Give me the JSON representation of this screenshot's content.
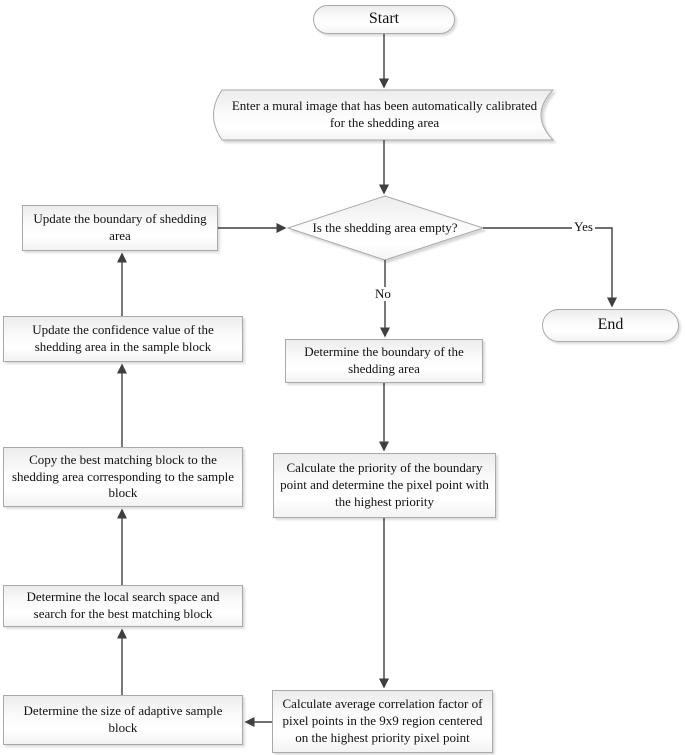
{
  "flowchart": {
    "title": "mural shedding-area inpainting flowchart",
    "nodes": {
      "start": {
        "label": "Start",
        "shape": "stadium"
      },
      "input": {
        "label": "Enter a mural image that has been automatically calibrated for the shedding area",
        "shape": "stored-data"
      },
      "decision": {
        "label": "Is the shedding area empty?",
        "shape": "diamond"
      },
      "end_node": {
        "label": "End",
        "shape": "stadium"
      },
      "update_boundary": {
        "label": "Update the boundary of  shedding area",
        "shape": "process"
      },
      "update_confidence": {
        "label": "Update the confidence value of the shedding area in the sample block",
        "shape": "process"
      },
      "copy_block": {
        "label": "Copy the best matching block to the shedding area corresponding to the sample block",
        "shape": "process"
      },
      "local_search": {
        "label": "Determine the local search space and search for the best matching block",
        "shape": "process"
      },
      "determine_size": {
        "label": "Determine the size of  adaptive sample block",
        "shape": "process"
      },
      "determine_boundary": {
        "label": "Determine the boundary of the shedding area",
        "shape": "process"
      },
      "calc_priority": {
        "label": "Calculate the priority of the boundary point and determine the pixel point with the highest priority",
        "shape": "process"
      },
      "calc_correlation": {
        "label": "Calculate average correlation factor of pixel points in the 9x9 region centered on the highest priority pixel point",
        "shape": "process"
      }
    },
    "edge_labels": {
      "yes": "Yes",
      "no": "No"
    },
    "colors": {
      "line": "#3f3f3f",
      "border": "#a9a9a9",
      "fill_top": "#ececec",
      "fill_center": "#ffffff",
      "text": "#111111"
    }
  }
}
